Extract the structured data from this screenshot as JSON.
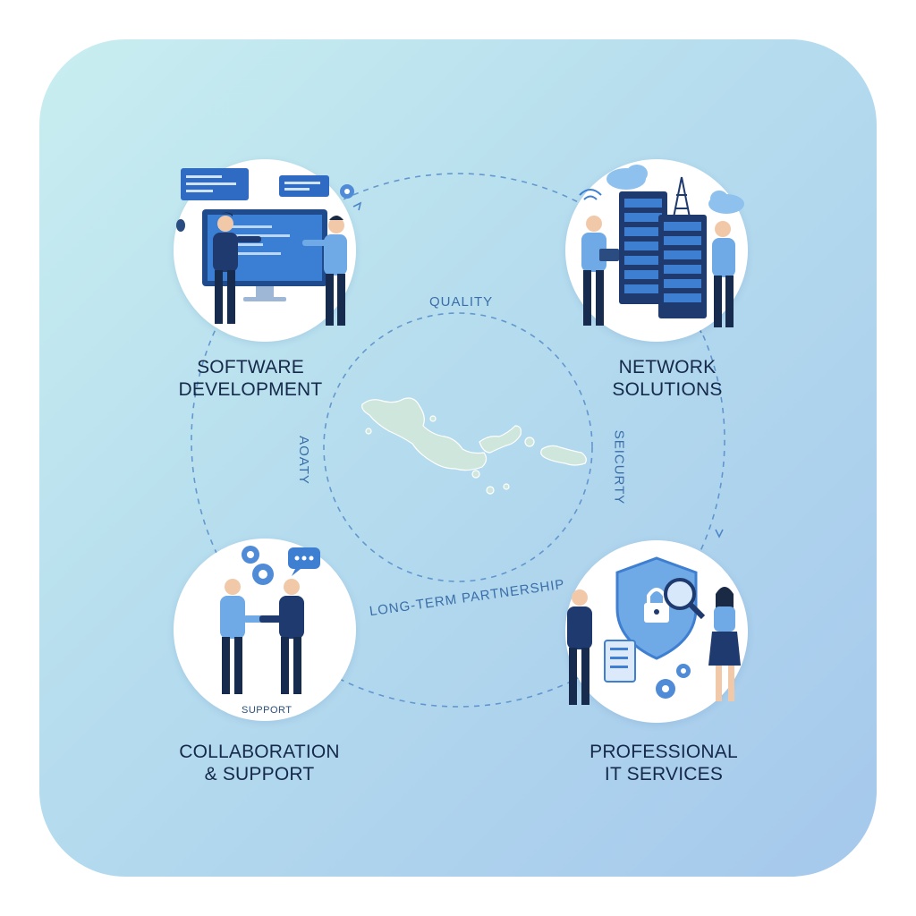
{
  "services": {
    "software": {
      "line1": "SOFTWARE",
      "line2": "DEVELOPMENT"
    },
    "network": {
      "line1": "NETWORK",
      "line2": "SOLUTIONS"
    },
    "collaboration": {
      "line1": "COLLABORATION",
      "line2": "& SUPPORT",
      "tag": "SUPPORT"
    },
    "professional": {
      "line1": "PROFESSIONAL",
      "line2": "IT SERVICES"
    }
  },
  "values": {
    "quality": "QUALITY",
    "agility": "AOATY",
    "security": "SEICURTY",
    "partnership": "LONG-TERM PARTNERSHIP"
  },
  "colors": {
    "navy": "#1d3566",
    "blue": "#3f7fd1",
    "light_blue": "#8ec1ee",
    "map_green": "#cfe6dd"
  },
  "icons": [
    "code-window-icon",
    "bug-icon",
    "gear-icon",
    "cloud-icon",
    "wifi-icon",
    "antenna-icon",
    "server-rack-icon",
    "chat-bubble-icon",
    "shield-lock-icon",
    "magnifier-icon",
    "checklist-icon"
  ]
}
